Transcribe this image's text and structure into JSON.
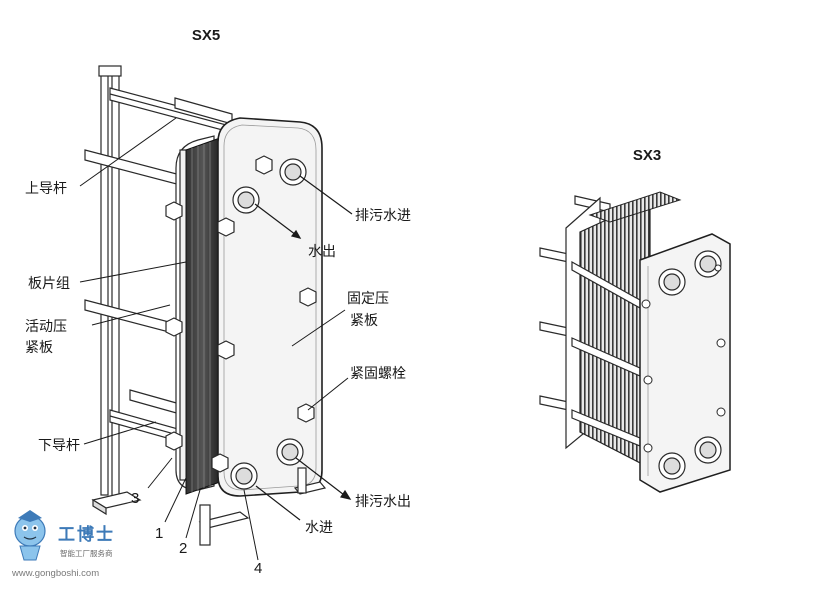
{
  "titles": {
    "sx5": "SX5",
    "sx3": "SX3"
  },
  "labels": {
    "upper_guide_bar": "上导杆",
    "plate_pack": "板片组",
    "movable_plate_line1": "活动压",
    "movable_plate_line2": "紧板",
    "lower_guide_bar": "下导杆",
    "drain_inlet": "排污水进",
    "water_out": "水出",
    "fixed_plate_line1": "固定压",
    "fixed_plate_line2": "紧板",
    "tie_bolt": "紧固螺栓",
    "drain_outlet": "排污水出",
    "water_in": "水进"
  },
  "numbers": {
    "n1": "1",
    "n2": "2",
    "n3": "3",
    "n4": "4"
  },
  "watermark": {
    "brand": "工博士",
    "tagline": "智能工厂服务商",
    "url": "www.gongboshi.com"
  },
  "colors": {
    "ink": "#2a2a2a",
    "plate_fill": "#f4f4f4",
    "logo_blue": "#3d7ab8",
    "logo_light": "#8cc4ec"
  }
}
